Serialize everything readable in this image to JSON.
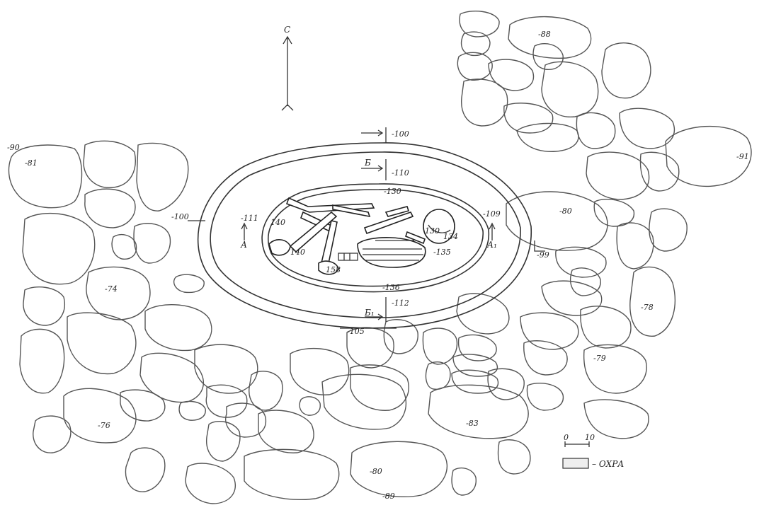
{
  "north_label": "С",
  "depth_marks": [
    {
      "id": "m100",
      "text": "-100"
    },
    {
      "id": "m110",
      "text": "-110"
    },
    {
      "id": "m130a",
      "text": "-130"
    },
    {
      "id": "m111",
      "text": "-111"
    },
    {
      "id": "m140a",
      "text": "140"
    },
    {
      "id": "m140b",
      "text": "140"
    },
    {
      "id": "m158",
      "text": "158"
    },
    {
      "id": "m130b",
      "text": "130"
    },
    {
      "id": "m134",
      "text": "134"
    },
    {
      "id": "m135",
      "text": "-135"
    },
    {
      "id": "m136",
      "text": "-136"
    },
    {
      "id": "m112",
      "text": "-112"
    },
    {
      "id": "m105",
      "text": "-105"
    },
    {
      "id": "m100w",
      "text": "-100"
    },
    {
      "id": "m109",
      "text": "-109"
    },
    {
      "id": "m99",
      "text": "-99"
    },
    {
      "id": "m81",
      "text": "-81"
    },
    {
      "id": "m90",
      "text": "-90"
    },
    {
      "id": "m88",
      "text": "-88"
    },
    {
      "id": "m91",
      "text": "-91"
    },
    {
      "id": "m80",
      "text": "-80"
    },
    {
      "id": "m74",
      "text": "-74"
    },
    {
      "id": "m78",
      "text": "-78"
    },
    {
      "id": "m79",
      "text": "-79"
    },
    {
      "id": "m76",
      "text": "-76"
    },
    {
      "id": "m83",
      "text": "-83"
    },
    {
      "id": "m80b",
      "text": "-80"
    },
    {
      "id": "m89",
      "text": "-89"
    }
  ],
  "section_labels": {
    "a": "А",
    "a1": "А₁",
    "b": "Б",
    "b1": "Б₁"
  },
  "scale": {
    "zero": "0",
    "ten": "10"
  },
  "legend": {
    "ochre": "– ОХРА"
  }
}
